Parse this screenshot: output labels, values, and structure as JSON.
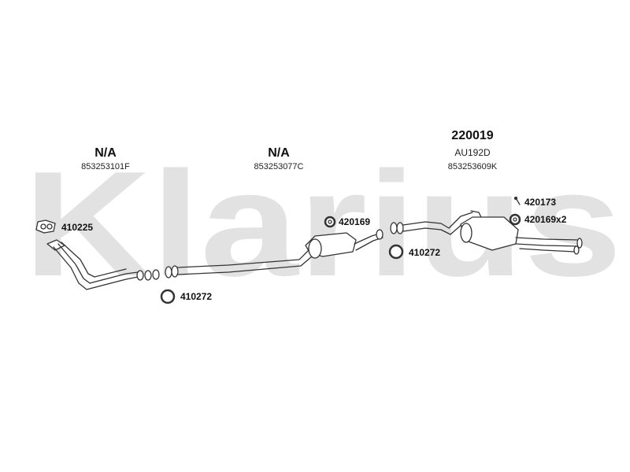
{
  "watermark": {
    "text": "Klarius",
    "color": "#e2e2e2"
  },
  "sections": [
    {
      "heading": "N/A",
      "part": "853253101F"
    },
    {
      "heading": "N/A",
      "part": "853253077C"
    },
    {
      "heading": "220019",
      "model": "AU192D",
      "part": "853253609K"
    }
  ],
  "labels": {
    "gasket_front": "410225",
    "ring_mid": "410272",
    "mount_center": "420169",
    "ring_right": "410272",
    "hanger_rear": "420173",
    "mount_rear": "420169x2"
  },
  "colors": {
    "line": "#333333",
    "fill": "#ffffff"
  }
}
